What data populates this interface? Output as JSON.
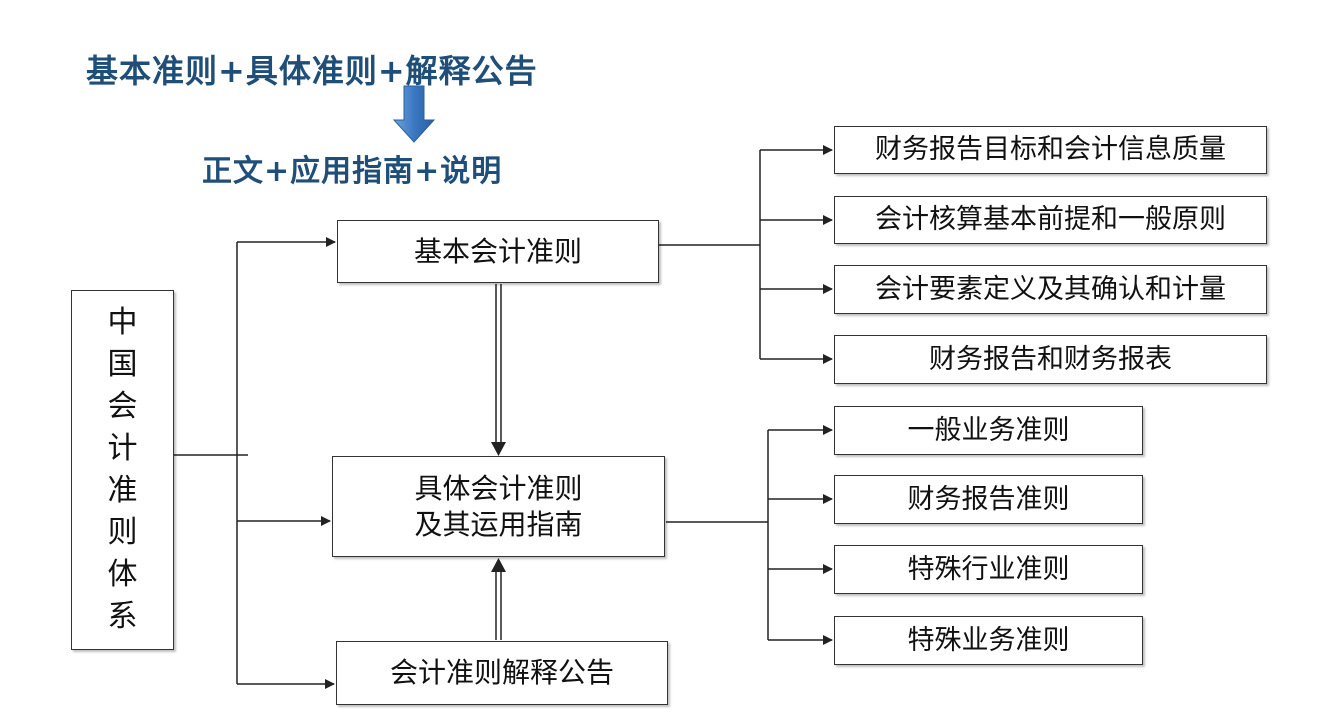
{
  "headline": {
    "top": "基本准则+具体准则+解释公告",
    "sub": "正文+应用指南+说明"
  },
  "root": {
    "label": "中国会计准则体系"
  },
  "basic": {
    "label": "基本会计准则",
    "items": [
      "财务报告目标和会计信息质量",
      "会计核算基本前提和一般原则",
      "会计要素定义及其确认和计量",
      "财务报告和财务报表"
    ]
  },
  "specific": {
    "line1": "具体会计准则",
    "line2": "及其运用指南",
    "items": [
      "一般业务准则",
      "财务报告准则",
      "特殊行业准则",
      "特殊业务准则"
    ]
  },
  "interpretation": {
    "label": "会计准则解释公告"
  },
  "colors": {
    "headline": "#1f4e79",
    "down_arrow": "#3a78c2",
    "line": "#222222"
  }
}
